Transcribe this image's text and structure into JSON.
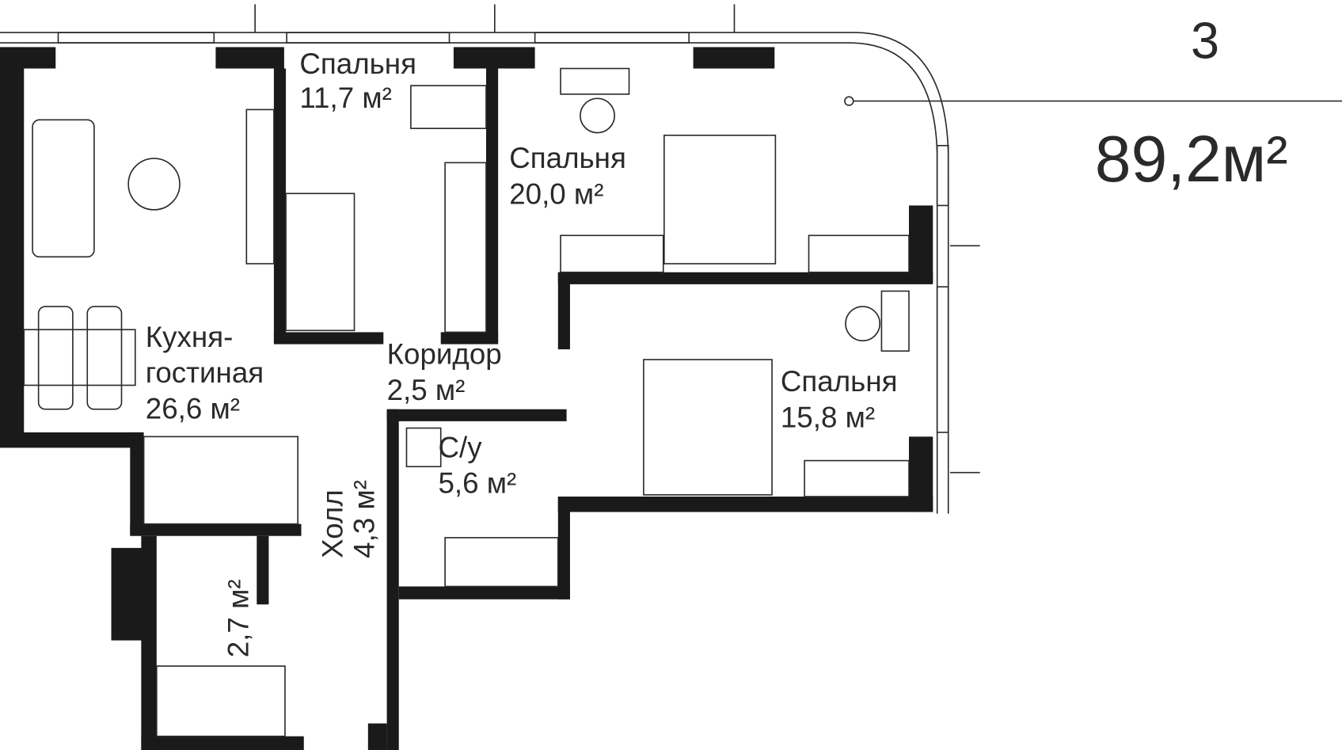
{
  "apartment": {
    "rooms_count": "3",
    "total_area": "89,2м²"
  },
  "rooms": [
    {
      "name": "Спальня",
      "area": "11,7 м²"
    },
    {
      "name": "Спальня",
      "area": "20,0 м²"
    },
    {
      "name": "Кухня-",
      "name2": "гостиная",
      "area": "26,6 м²"
    },
    {
      "name": "Коридор",
      "area": "2,5 м²"
    },
    {
      "name": "Спальня",
      "area": "15,8 м²"
    },
    {
      "name": "С/у",
      "area": "5,6 м²"
    },
    {
      "name": "Холл",
      "area": "4,3 м²"
    },
    {
      "name": "",
      "area": "2,7 м²"
    }
  ]
}
